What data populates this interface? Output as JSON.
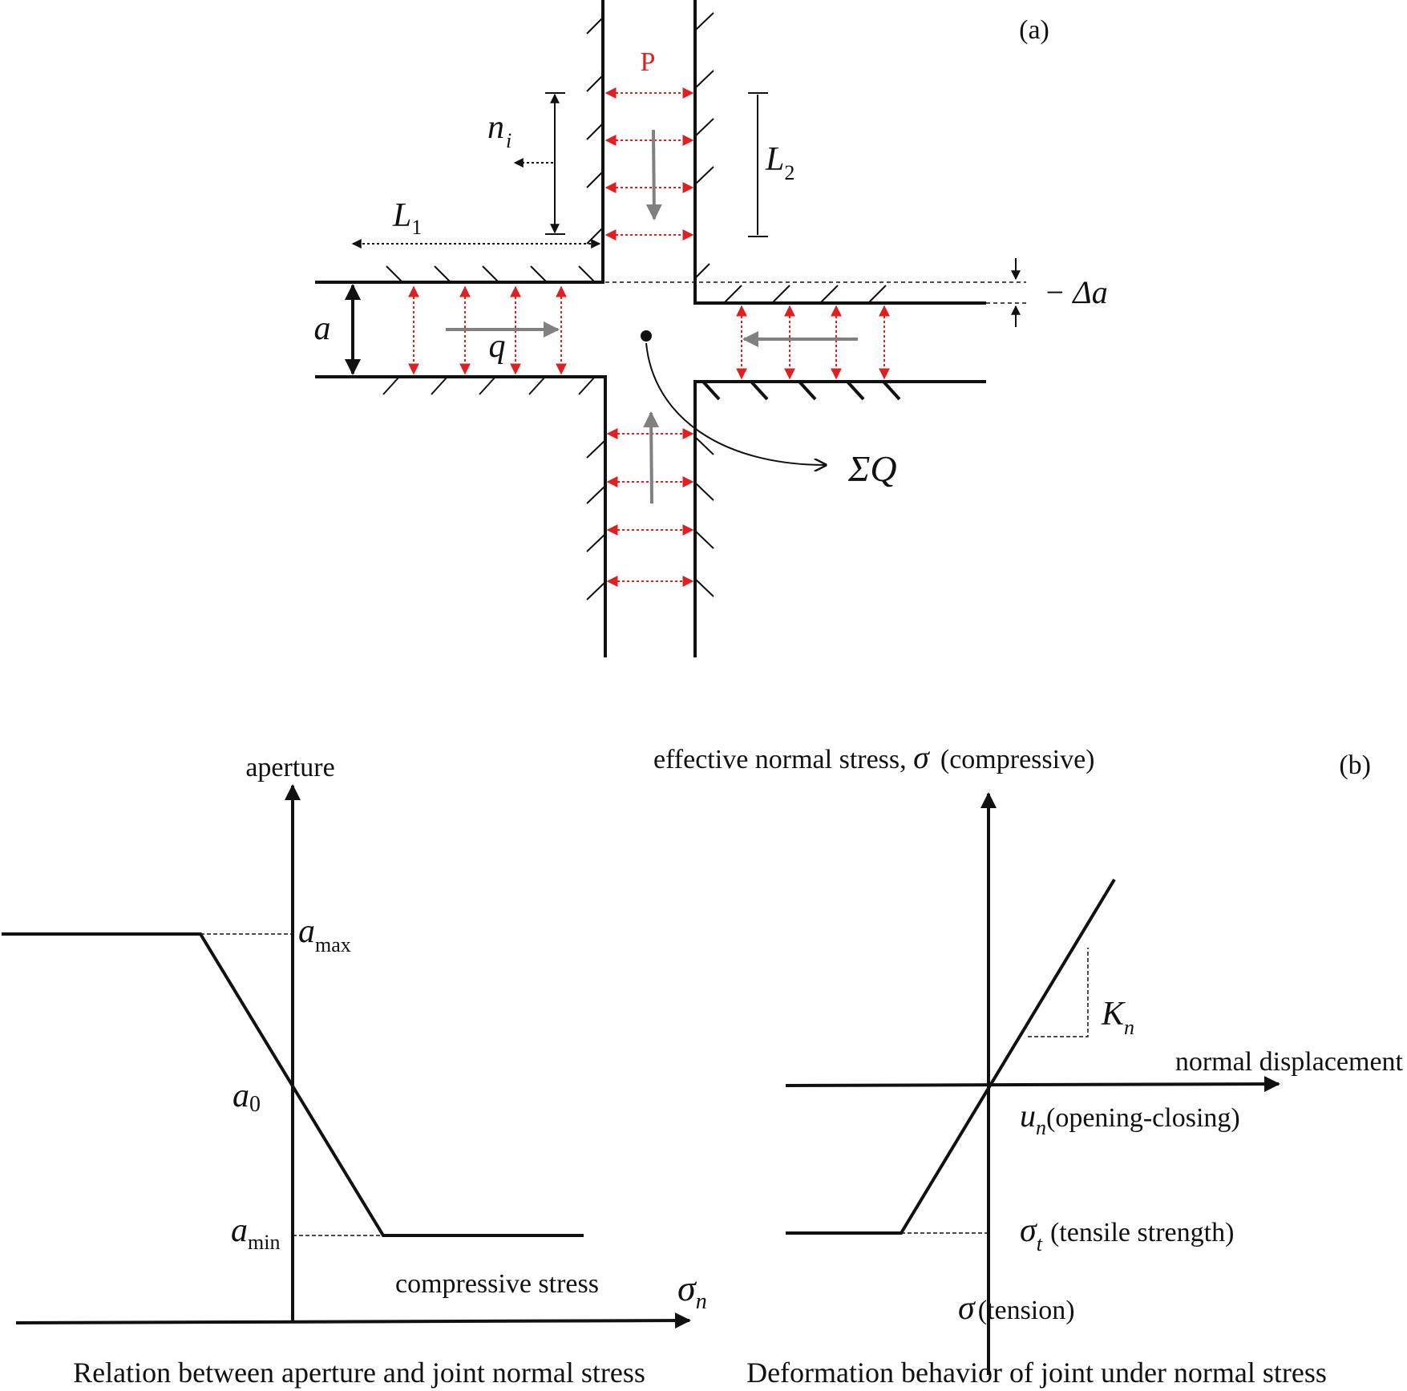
{
  "panel_a": {
    "label": "(a)",
    "pressure_label": "P",
    "normal_label": "n",
    "normal_sub": "i",
    "length1_label": "L",
    "length1_sub": "1",
    "length2_label": "L",
    "length2_sub": "2",
    "aperture_label": "a",
    "flow_label": "q",
    "delta_aperture_label": "− Δa",
    "sum_flow_label": "ΣQ"
  },
  "panel_b": {
    "label": "(b)",
    "left_plot": {
      "y_axis_label": "aperture",
      "a_max_main": "a",
      "a_max_sub": "max",
      "a_zero_main": "a",
      "a_zero_sub": "0",
      "a_min_main": "a",
      "a_min_sub": "min",
      "compressive_label": "compressive stress",
      "x_axis_main": "σ",
      "x_axis_sub": "n",
      "caption": "Relation between aperture and joint normal stress"
    },
    "right_plot": {
      "y_axis_label_pre": "effective normal stress",
      "y_axis_symbol": "σ",
      "y_axis_label_post": "(compressive)",
      "slope_main": "K",
      "slope_sub": "n",
      "x_axis_label": "normal displacement",
      "un_main": "u",
      "un_sub": "n",
      "un_text": "(opening-closing)",
      "tensile_main": "σ",
      "tensile_sub": "t",
      "tensile_text": "(tensile strength)",
      "tension_symbol": "σ",
      "tension_text": "(tension)",
      "caption": "Deformation behavior of joint under normal stress"
    }
  },
  "colors": {
    "line": "#111111",
    "pressure_arrows": "#e02020",
    "flow_arrows": "#808080"
  }
}
